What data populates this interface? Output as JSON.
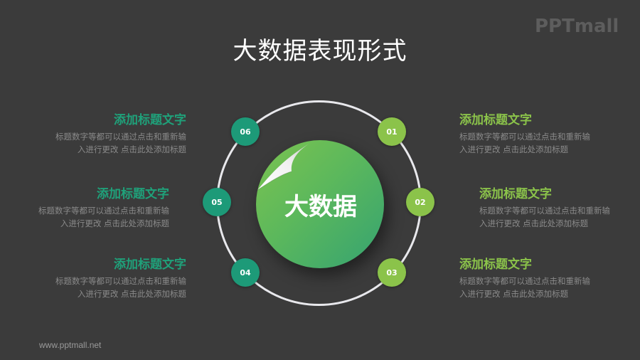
{
  "title": "大数据表现形式",
  "logo": "PPTmall",
  "footer": "www.pptmall.net",
  "center": {
    "label": "大数据"
  },
  "colors": {
    "background": "#3b3b3b",
    "teal": "#1d9a78",
    "lime": "#8bc34a",
    "ring": "#e8e8ec"
  },
  "nodes": [
    {
      "num": "01",
      "side": "right",
      "color": "lime"
    },
    {
      "num": "02",
      "side": "right",
      "color": "lime"
    },
    {
      "num": "03",
      "side": "right",
      "color": "lime"
    },
    {
      "num": "04",
      "side": "left",
      "color": "teal"
    },
    {
      "num": "05",
      "side": "left",
      "color": "teal"
    },
    {
      "num": "06",
      "side": "left",
      "color": "teal"
    }
  ],
  "items": {
    "i01": {
      "heading": "添加标题文字",
      "line1": "标题数字等都可以通过点击和重新输",
      "line2": "入进行更改 点击此处添加标题"
    },
    "i02": {
      "heading": "添加标题文字",
      "line1": "标题数字等都可以通过点击和重新输",
      "line2": "入进行更改 点击此处添加标题"
    },
    "i03": {
      "heading": "添加标题文字",
      "line1": "标题数字等都可以通过点击和重新输",
      "line2": "入进行更改 点击此处添加标题"
    },
    "i04": {
      "heading": "添加标题文字",
      "line1": "标题数字等都可以通过点击和重新输",
      "line2": "入进行更改 点击此处添加标题"
    },
    "i05": {
      "heading": "添加标题文字",
      "line1": "标题数字等都可以通过点击和重新输",
      "line2": "入进行更改 点击此处添加标题"
    },
    "i06": {
      "heading": "添加标题文字",
      "line1": "标题数字等都可以通过点击和重新输",
      "line2": "入进行更改 点击此处添加标题"
    }
  }
}
